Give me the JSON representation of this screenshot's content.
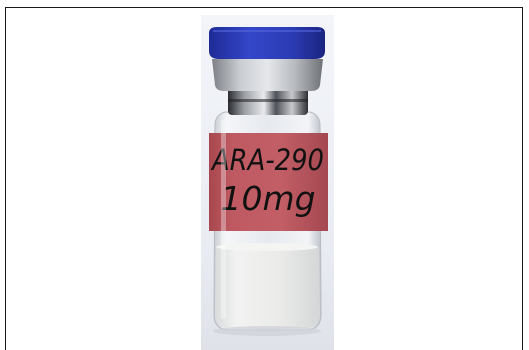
{
  "vial": {
    "label_line1": "ARA-290",
    "label_line2": "10mg"
  },
  "colors": {
    "background": "#ffffff",
    "frame_border": "#1a1a1a",
    "photo_backdrop": "#eef1f6",
    "cap_blue": "#2b3bb8",
    "label_red": "#b8545c",
    "powder": "#ecedec"
  },
  "icons": {
    "vial": "vial-photo"
  }
}
